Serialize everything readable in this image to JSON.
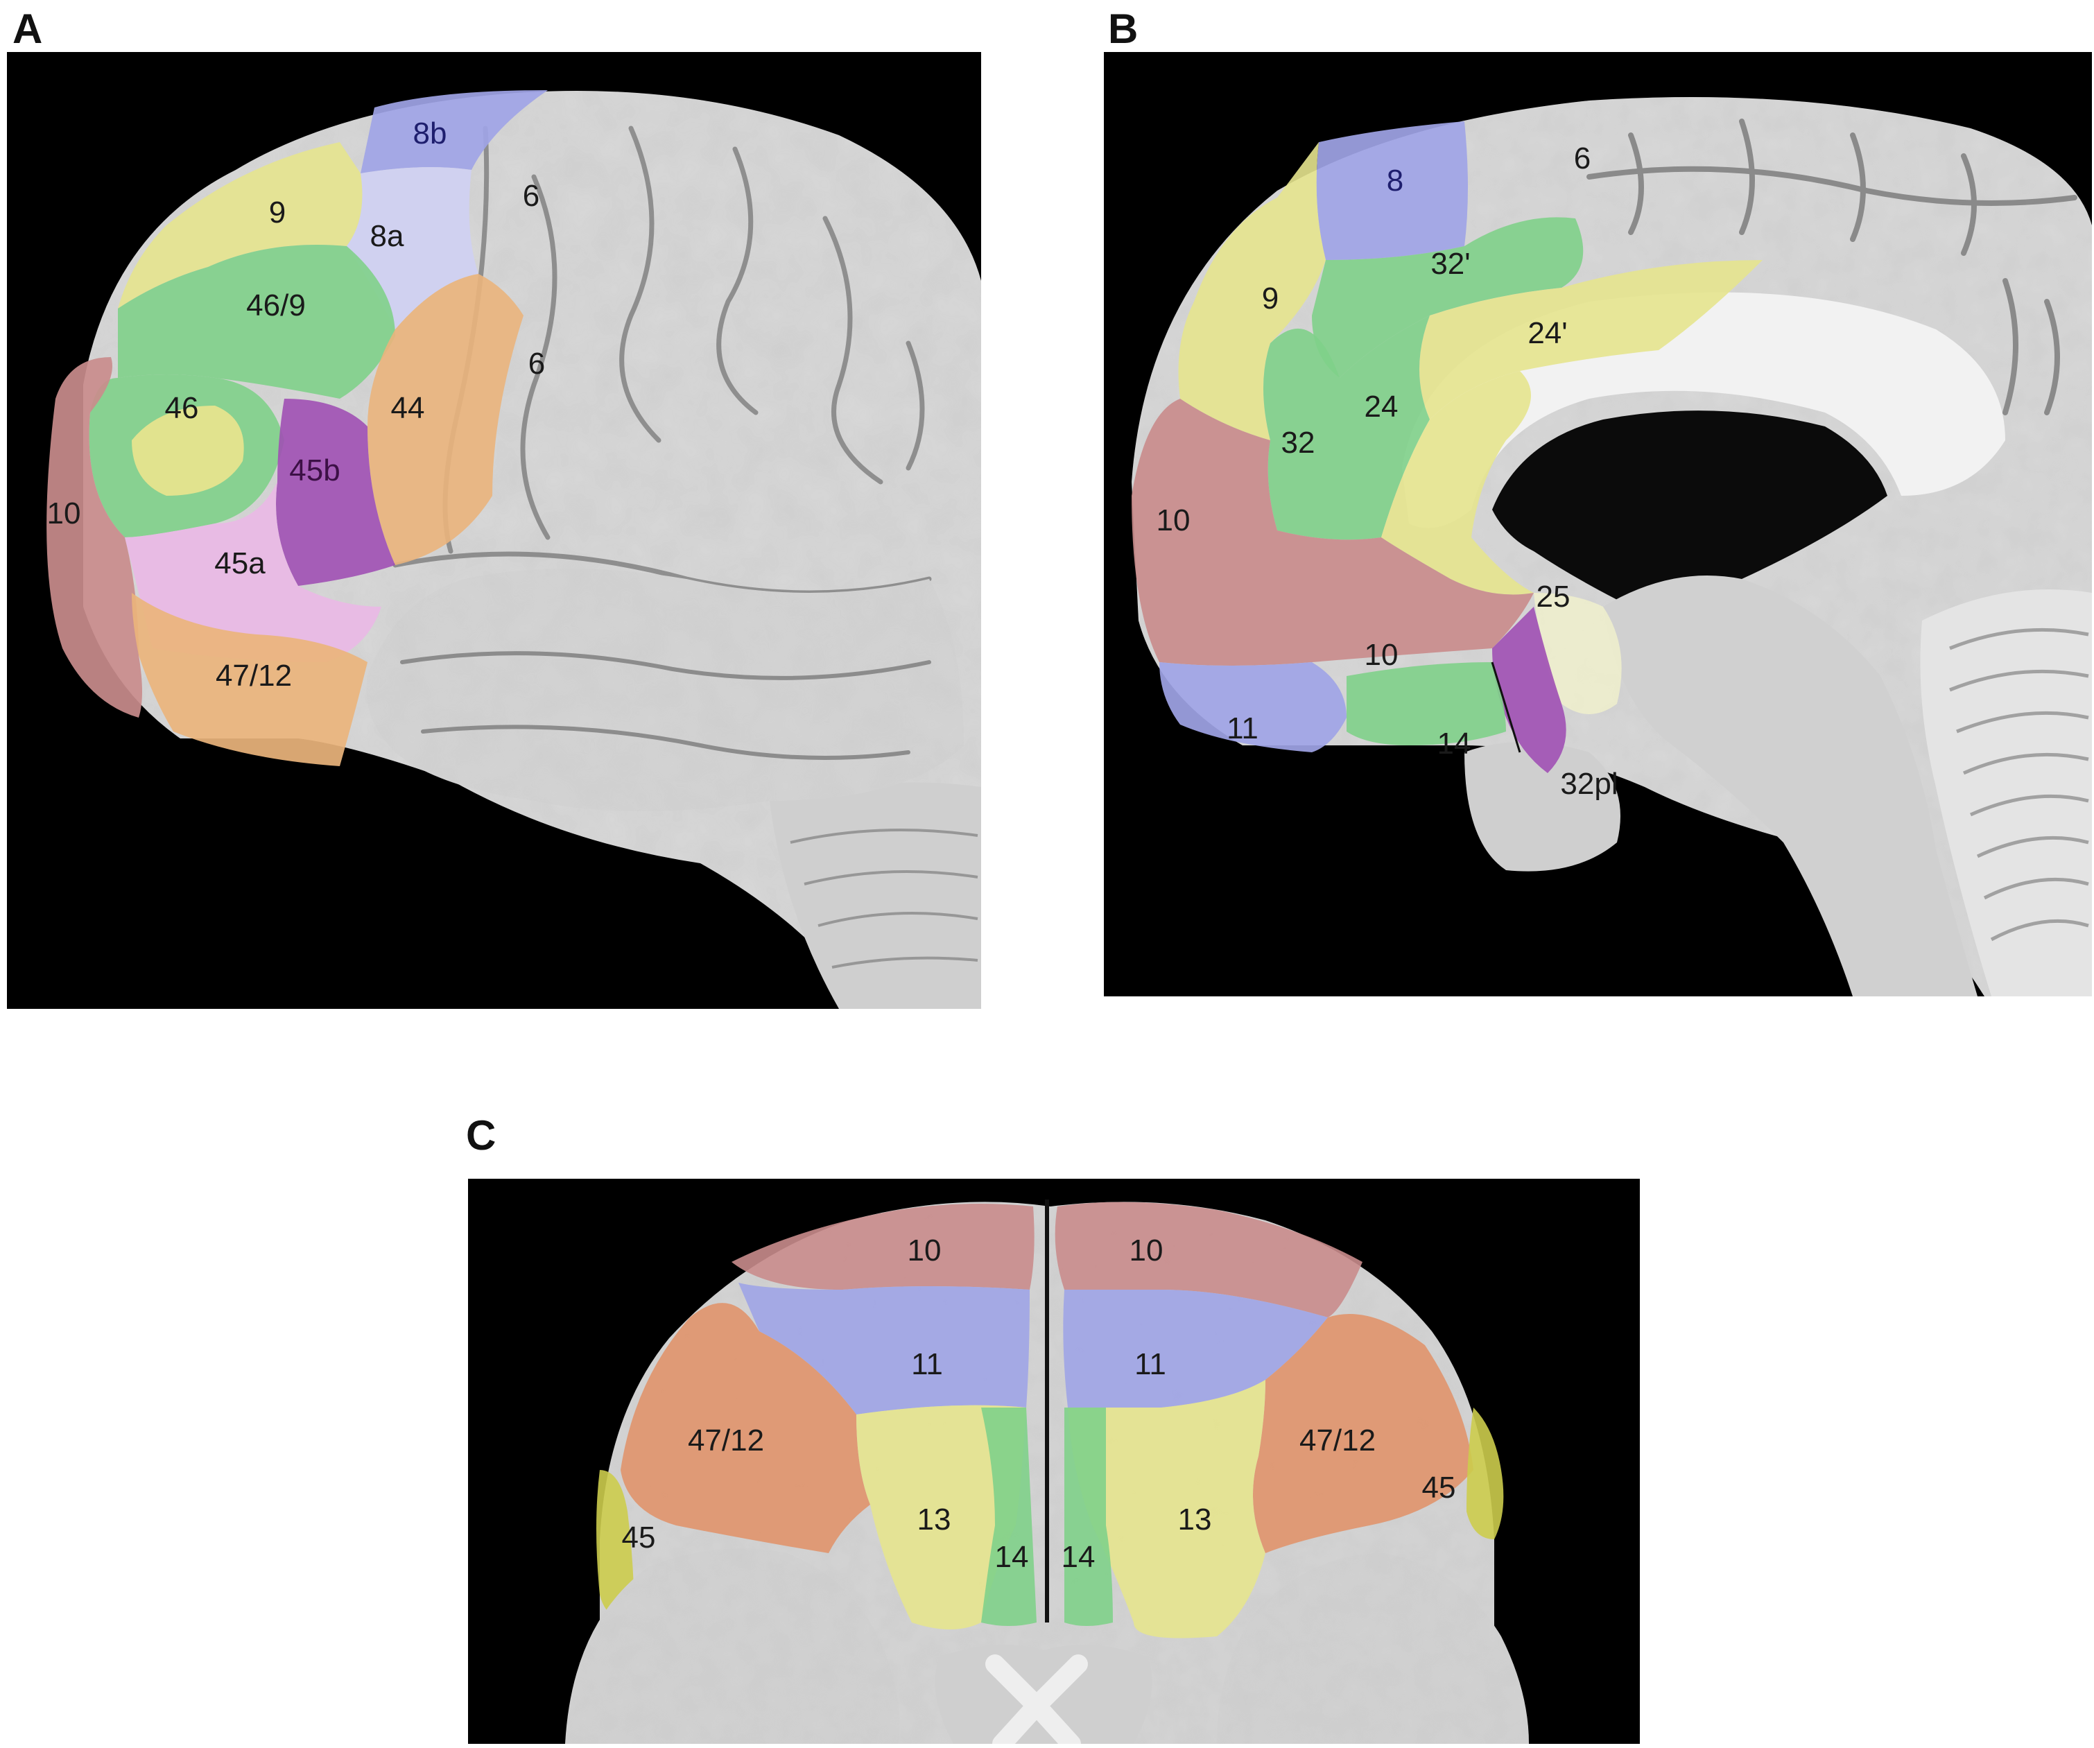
{
  "panels": [
    {
      "letter": "A"
    },
    {
      "letter": "B"
    },
    {
      "letter": "C"
    }
  ],
  "panel_a": {
    "labels": [
      "8b",
      "9",
      "8a",
      "6",
      "46/9",
      "6",
      "46",
      "44",
      "45b",
      "10",
      "45a",
      "47/12"
    ]
  },
  "panel_b": {
    "labels": [
      "6",
      "8",
      "32'",
      "9",
      "24'",
      "24",
      "32",
      "10",
      "25",
      "10",
      "11",
      "14",
      "32pl"
    ]
  },
  "panel_c": {
    "labels": [
      "10",
      "10",
      "11",
      "11",
      "47/12",
      "47/12",
      "45",
      "45",
      "13",
      "13",
      "14",
      "14"
    ]
  },
  "colors": {
    "red": "#c98c8c",
    "yellow": "#e6e48e",
    "green": "#7fd08a",
    "blue": "#9fa4e6",
    "light_blue": "#cfd0f2",
    "orange": "#eab47c",
    "purple": "#a050b4",
    "pink": "#eab8e6",
    "salmon": "#e0946c",
    "olive": "#cccc4c",
    "brain_gray": "#d6d6d6"
  }
}
